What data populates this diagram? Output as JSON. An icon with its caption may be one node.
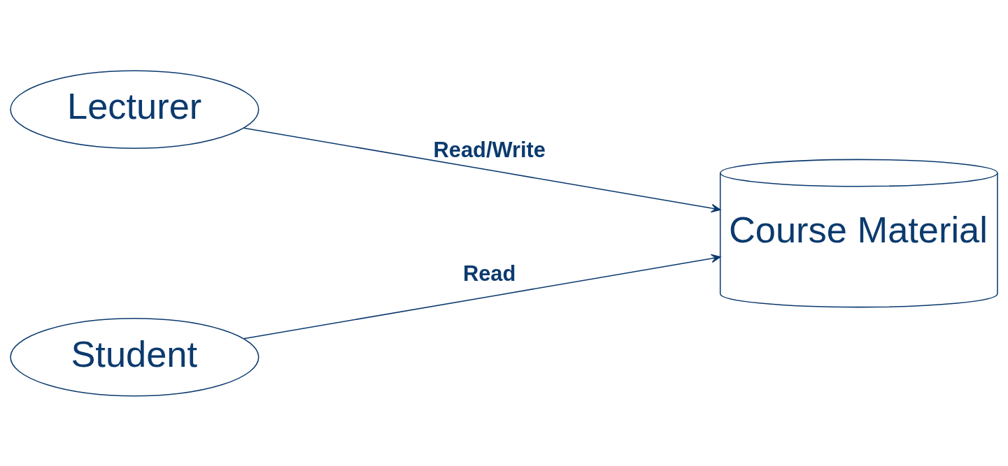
{
  "diagram": {
    "nodes": [
      {
        "text": [
          "Lecturer"
        ]
      },
      {
        "text": [
          "Student"
        ]
      },
      {
        "text": [
          "Course Material"
        ]
      }
    ],
    "edges": [
      {
        "from": 0,
        "to": 2,
        "arrow": "to",
        "label": "Read/Write"
      },
      {
        "from": 1,
        "to": 2,
        "arrow": "to",
        "label": "Read"
      }
    ]
  }
}
